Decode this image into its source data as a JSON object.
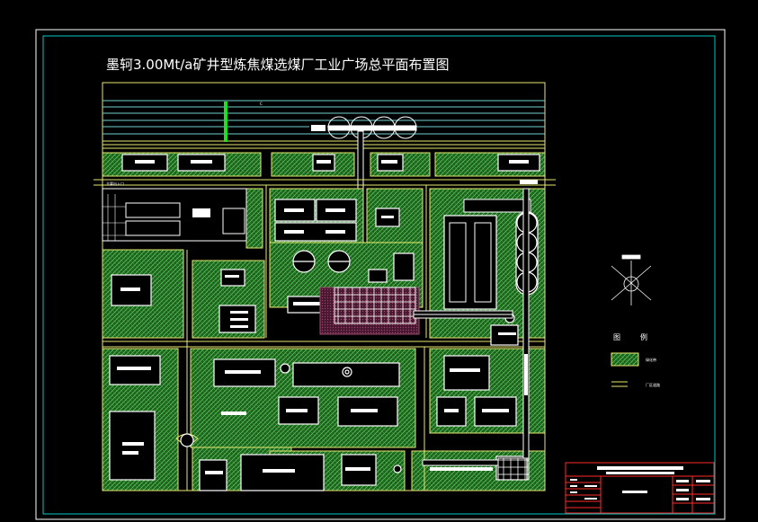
{
  "drawing": {
    "title": "墨轲3.00Mt/a矿井型炼焦煤选煤厂工业广场总平面布置图",
    "gate_label": "主要出入口",
    "legend": {
      "heading_1": "图",
      "heading_2": "例",
      "item_green": "绿化带",
      "item_road": "厂区道路"
    },
    "colors": {
      "background": "#000000",
      "frame": "#ffffff",
      "inner_frame": "#00c8c8",
      "road": "#e8e870",
      "green_area": "#2e8b2e",
      "green_hatch": "#55dd55",
      "building": "#ffffff",
      "title_block": "#ff0000",
      "coal_yard": "#6a2a44"
    }
  }
}
